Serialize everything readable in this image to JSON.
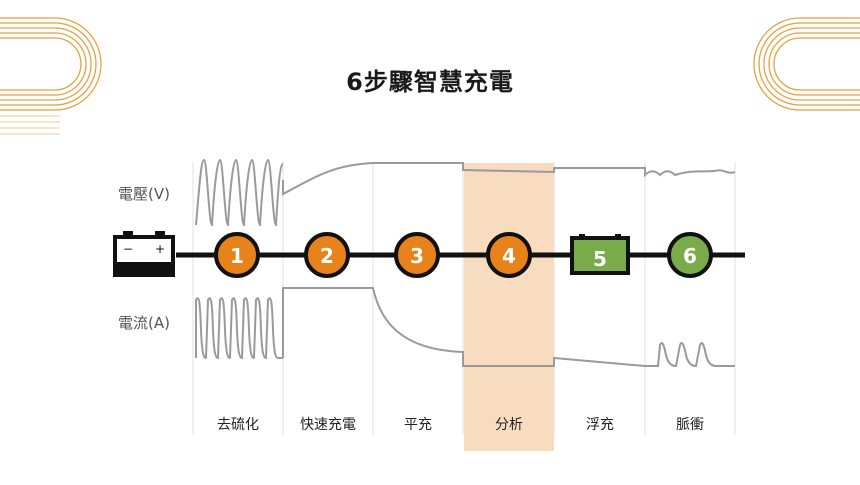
{
  "title": "6步驟智慧充電",
  "voltage_label": "電壓(V)",
  "current_label": "電流(A)",
  "steps": [
    {
      "number": "1",
      "label": "去硫化",
      "color": "#e8821a"
    },
    {
      "number": "2",
      "label": "快速充電",
      "color": "#e8821a"
    },
    {
      "number": "3",
      "label": "平充",
      "color": "#e8821a"
    },
    {
      "number": "4",
      "label": "分析",
      "color": "#e8821a"
    },
    {
      "number": "5",
      "label": "浮充",
      "color": "#7aab4a"
    },
    {
      "number": "6",
      "label": "脈衝",
      "color": "#7aab4a"
    }
  ],
  "colors": {
    "accent_orange": "#e8821a",
    "accent_green": "#7aab4a",
    "highlight": "#f8dcc0",
    "waveform": "#9a9a9a",
    "line": "#111111"
  }
}
